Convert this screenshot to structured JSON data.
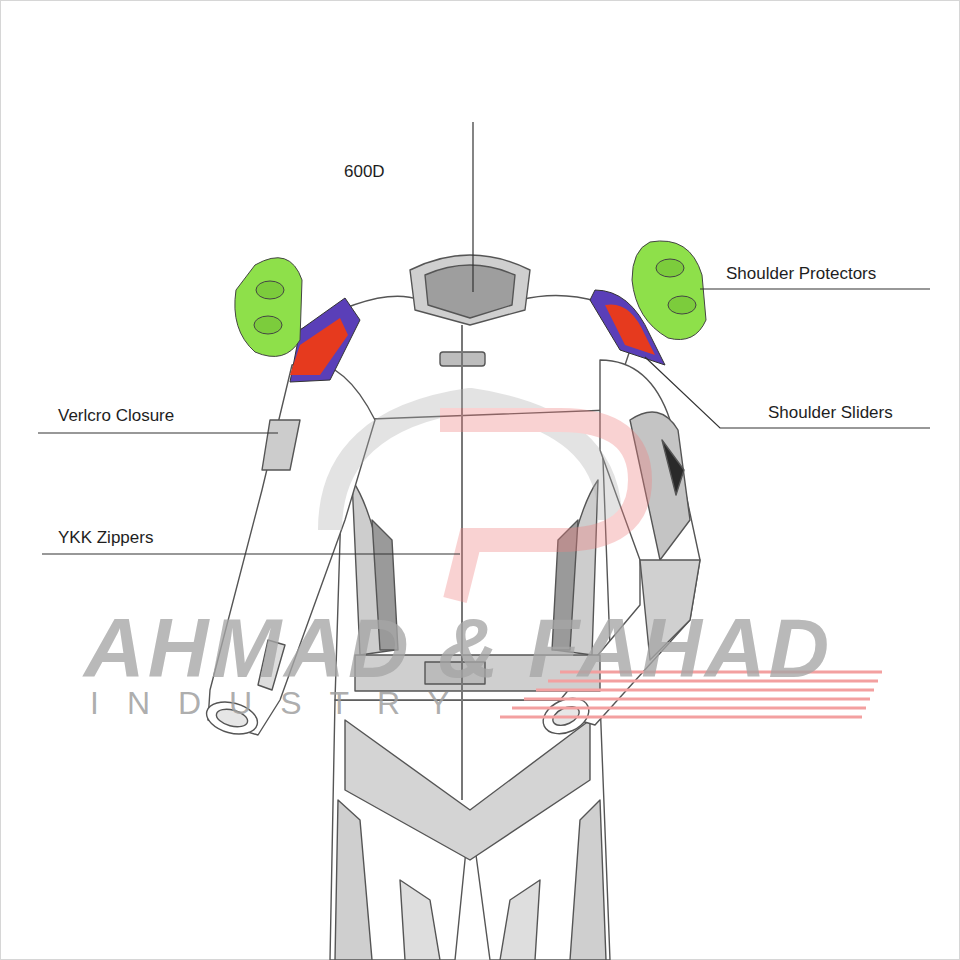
{
  "diagram": {
    "labels": [
      "600D",
      "Shoulder Protectors",
      "Verlcro Closure",
      "Shoulder Sliders",
      "YKK Zippers",
      "AHMAD & FAHAD",
      "INDUSTRY"
    ]
  }
}
